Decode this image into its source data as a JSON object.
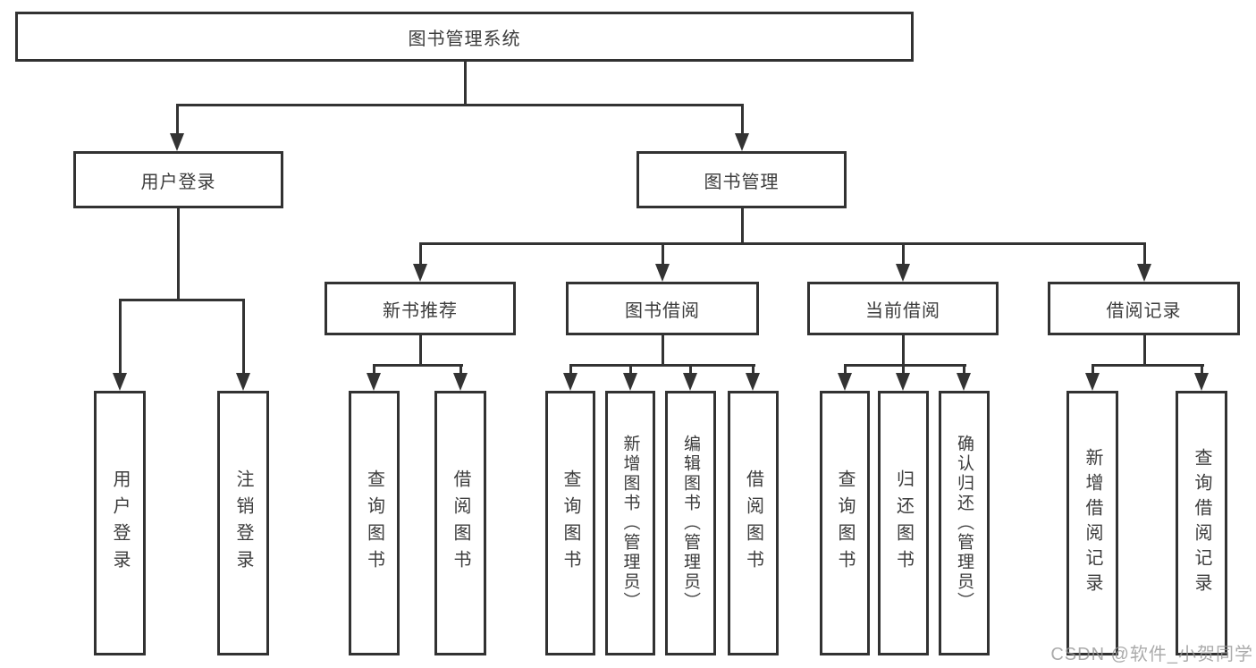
{
  "nodes": {
    "root": "图书管理系统",
    "level2": [
      "用户登录",
      "图书管理"
    ],
    "level3": [
      "新书推荐",
      "图书借阅",
      "当前借阅",
      "借阅记录"
    ],
    "leaves": [
      "用户登录",
      "注销登录",
      "查询图书",
      "借阅图书",
      "查询图书",
      "新增图书（管理员）",
      "编辑图书（管理员）",
      "借阅图书",
      "查询图书",
      "归还图书",
      "确认归还（管理员）",
      "新增借阅记录",
      "查询借阅记录"
    ]
  },
  "watermark": "CSDN @软件_小贺同学",
  "colors": {
    "line": "#333333",
    "box_border": "#323232",
    "box_fill": "#ffffff",
    "text": "#3c3c3c",
    "watermark": "#969696"
  }
}
